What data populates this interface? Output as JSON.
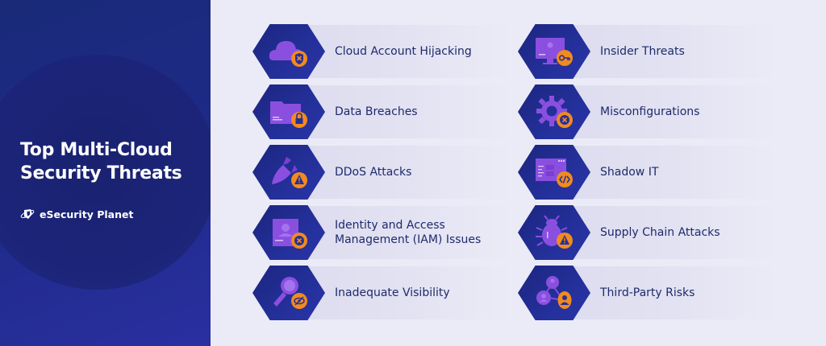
{
  "header": {
    "title_line1": "Top Multi-Cloud",
    "title_line2": "Security Threats",
    "brand": "eSecurity Planet"
  },
  "colors": {
    "panel_dark": "#1b2478",
    "hex_blue": "#24309a",
    "icon_purple": "#8b4fe0",
    "badge_orange": "#f28a1e",
    "label_navy": "#1f2a6b",
    "background": "#ebebf7"
  },
  "threats": [
    {
      "label": "Cloud Account Hijacking",
      "icon": "cloud-shield-x-icon"
    },
    {
      "label": "Data Breaches",
      "icon": "folder-lock-icon"
    },
    {
      "label": "DDoS Attacks",
      "icon": "missile-warning-icon"
    },
    {
      "label": "Identity and Access Management (IAM) Issues",
      "icon": "id-card-x-icon"
    },
    {
      "label": "Inadequate Visibility",
      "icon": "magnifier-eye-off-icon"
    },
    {
      "label": "Insider Threats",
      "icon": "monitor-key-icon"
    },
    {
      "label": "Misconfigurations",
      "icon": "gear-x-icon"
    },
    {
      "label": "Shadow IT",
      "icon": "browser-code-icon"
    },
    {
      "label": "Supply Chain Attacks",
      "icon": "bug-warning-icon"
    },
    {
      "label": "Third-Party Risks",
      "icon": "network-user-icon"
    }
  ]
}
